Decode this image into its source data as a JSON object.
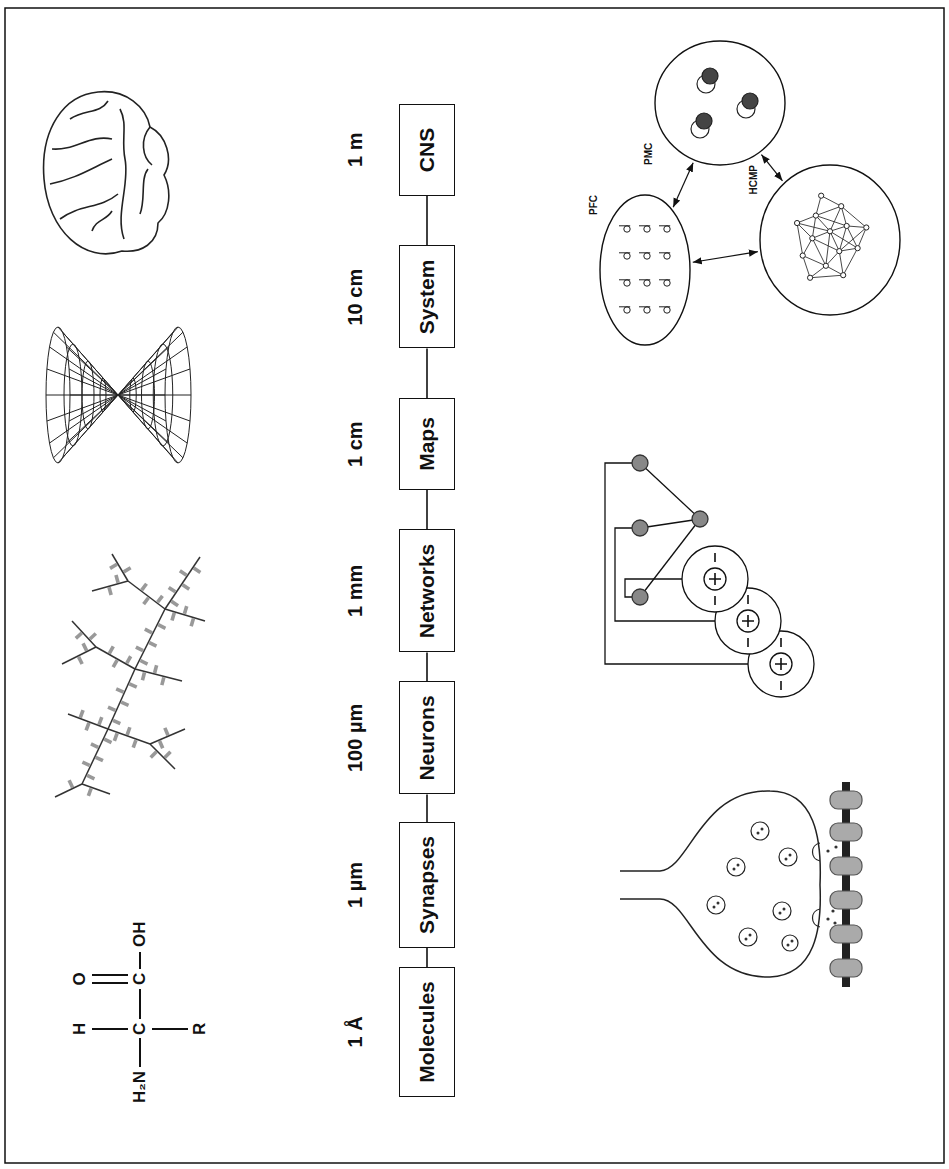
{
  "diagram": {
    "nodes": [
      {
        "text": [
          "CNS"
        ]
      },
      {
        "text": [
          "System"
        ]
      },
      {
        "text": [
          "Maps"
        ]
      },
      {
        "text": [
          "Networks"
        ]
      },
      {
        "text": [
          "Neurons"
        ]
      },
      {
        "text": [
          "Synapses"
        ]
      },
      {
        "text": [
          "Molecules"
        ]
      },
      {
        "text": [
          "PMC"
        ]
      },
      {
        "text": [
          "HCMP"
        ]
      },
      {
        "text": [
          "PFC"
        ]
      }
    ],
    "edges": [
      {
        "from": 0,
        "to": 1,
        "arrow": "none"
      },
      {
        "from": 1,
        "to": 2,
        "arrow": "none"
      },
      {
        "from": 2,
        "to": 3,
        "arrow": "none"
      },
      {
        "from": 3,
        "to": 4,
        "arrow": "none"
      },
      {
        "from": 4,
        "to": 5,
        "arrow": "none"
      },
      {
        "from": 5,
        "to": 6,
        "arrow": "none"
      },
      {
        "from": 7,
        "to": 8,
        "arrow": "both"
      },
      {
        "from": 8,
        "to": 9,
        "arrow": "both"
      },
      {
        "from": 9,
        "to": 7,
        "arrow": "both"
      }
    ],
    "labels": [
      "1 m",
      "10 cm",
      "1 cm",
      "1 mm",
      "100 µm",
      "1 µm",
      "1 Å",
      "H",
      "O",
      "H₂N",
      "C",
      "C",
      "OH",
      "R"
    ]
  }
}
